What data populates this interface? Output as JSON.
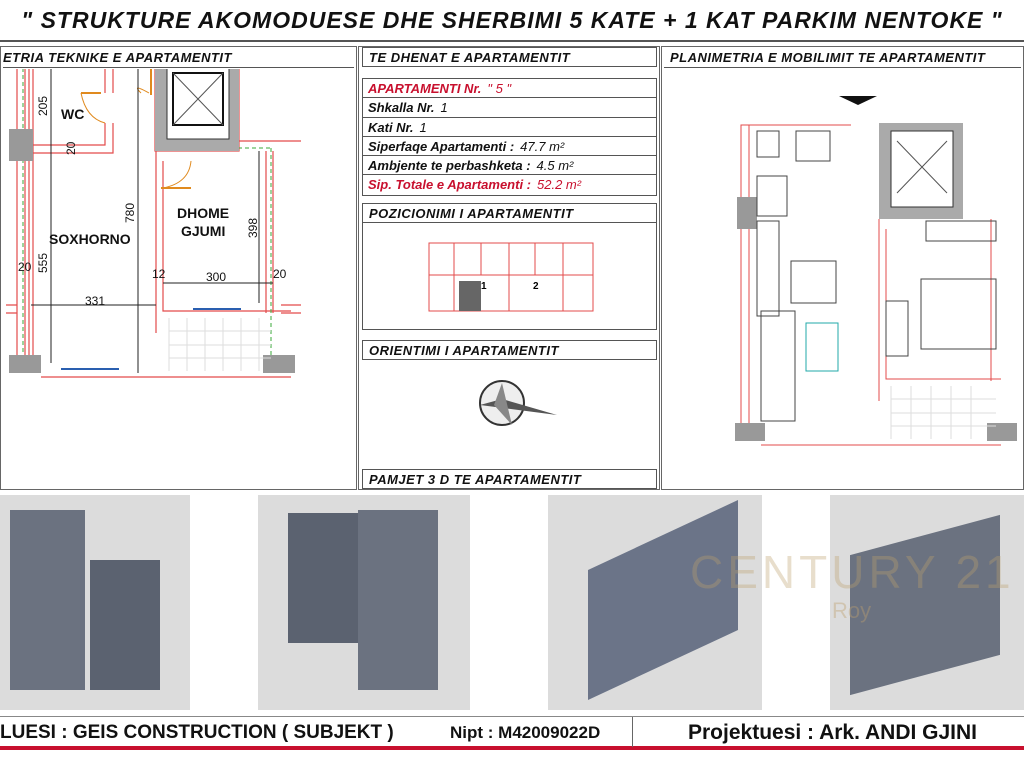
{
  "title": "\" STRUKTURE AKOMODUESE DHE SHERBIMI 5 KATE + 1 KAT PARKIM NENTOKE \"",
  "left_panel": {
    "header": "ETRIA TEKNIKE E APARTAMENTIT",
    "rooms": [
      "WC",
      "SOXHORNO",
      "DHOME",
      "GJUMI"
    ],
    "dims": [
      "20",
      "205",
      "20",
      "780",
      "555",
      "20",
      "331",
      "12",
      "300",
      "20",
      "398"
    ]
  },
  "middle_panel": {
    "header": "TE DHENAT E APARTAMENTIT",
    "rows": [
      {
        "label": "APARTAMENTI  Nr.",
        "value": "\" 5 \""
      },
      {
        "label": "Shkalla  Nr.",
        "value": "1"
      },
      {
        "label": "Kati  Nr.",
        "value": "1"
      },
      {
        "label": "Siperfaqe Apartamenti :",
        "value": "47.7 m²"
      },
      {
        "label": "Ambjente te perbashketa :",
        "value": "4.5 m²"
      },
      {
        "label": "Sip. Totale e Apartamenti :",
        "value": "52.2 m²"
      }
    ],
    "position_header": "POZICIONIMI I APARTAMENTIT",
    "position_labels": [
      "1",
      "2"
    ],
    "orientation_header": "ORIENTIMI I APARTAMENTIT",
    "views_header": "PAMJET 3 D TE APARTAMENTIT"
  },
  "right_panel": {
    "header": "PLANIMETRIA E MOBILIMIT TE APARTAMENTIT"
  },
  "watermark": {
    "text": "CENTURY 21",
    "sub": "Roy"
  },
  "footer": {
    "investor": "LUESI : GEIS CONSTRUCTION ( SUBJEKT )",
    "nipt": "Nipt : M42009022D",
    "designer": "Projektuesi : Ark. ANDI GJINI"
  },
  "colors": {
    "red": "#c8102e",
    "wall": "#e34b4b",
    "dash": "#3aa83a",
    "door": "#e08a1e"
  }
}
